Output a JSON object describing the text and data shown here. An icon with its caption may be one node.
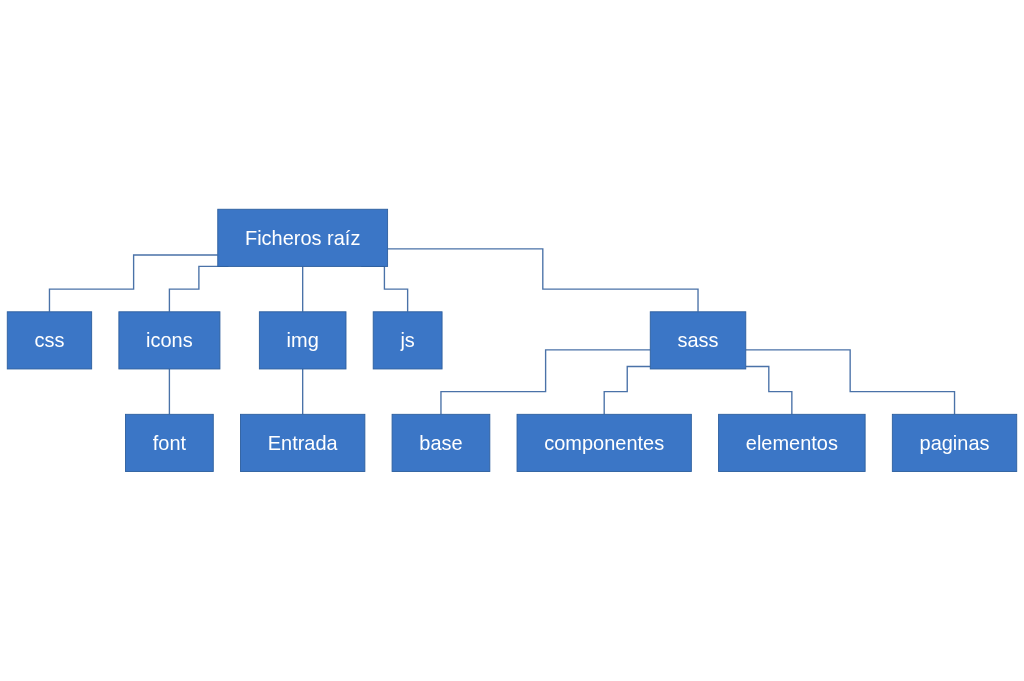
{
  "diagram": {
    "nodes": [
      {
        "text": [
          "Ficheros raíz"
        ]
      },
      {
        "text": [
          "css"
        ]
      },
      {
        "text": [
          "icons"
        ]
      },
      {
        "text": [
          "img"
        ]
      },
      {
        "text": [
          "js"
        ]
      },
      {
        "text": [
          "sass"
        ]
      },
      {
        "text": [
          "font"
        ]
      },
      {
        "text": [
          "Entrada"
        ]
      },
      {
        "text": [
          "base"
        ]
      },
      {
        "text": [
          "componentes"
        ]
      },
      {
        "text": [
          "elementos"
        ]
      },
      {
        "text": [
          "paginas"
        ]
      }
    ],
    "edges": [
      {
        "from": 0,
        "to": 1,
        "arrow": "none"
      },
      {
        "from": 0,
        "to": 2,
        "arrow": "none"
      },
      {
        "from": 0,
        "to": 3,
        "arrow": "none"
      },
      {
        "from": 0,
        "to": 4,
        "arrow": "none"
      },
      {
        "from": 0,
        "to": 5,
        "arrow": "none"
      },
      {
        "from": 2,
        "to": 6,
        "arrow": "none"
      },
      {
        "from": 3,
        "to": 7,
        "arrow": "none"
      },
      {
        "from": 5,
        "to": 8,
        "arrow": "none"
      },
      {
        "from": 5,
        "to": 9,
        "arrow": "none"
      },
      {
        "from": 5,
        "to": 10,
        "arrow": "none"
      },
      {
        "from": 5,
        "to": 11,
        "arrow": "none"
      }
    ]
  }
}
